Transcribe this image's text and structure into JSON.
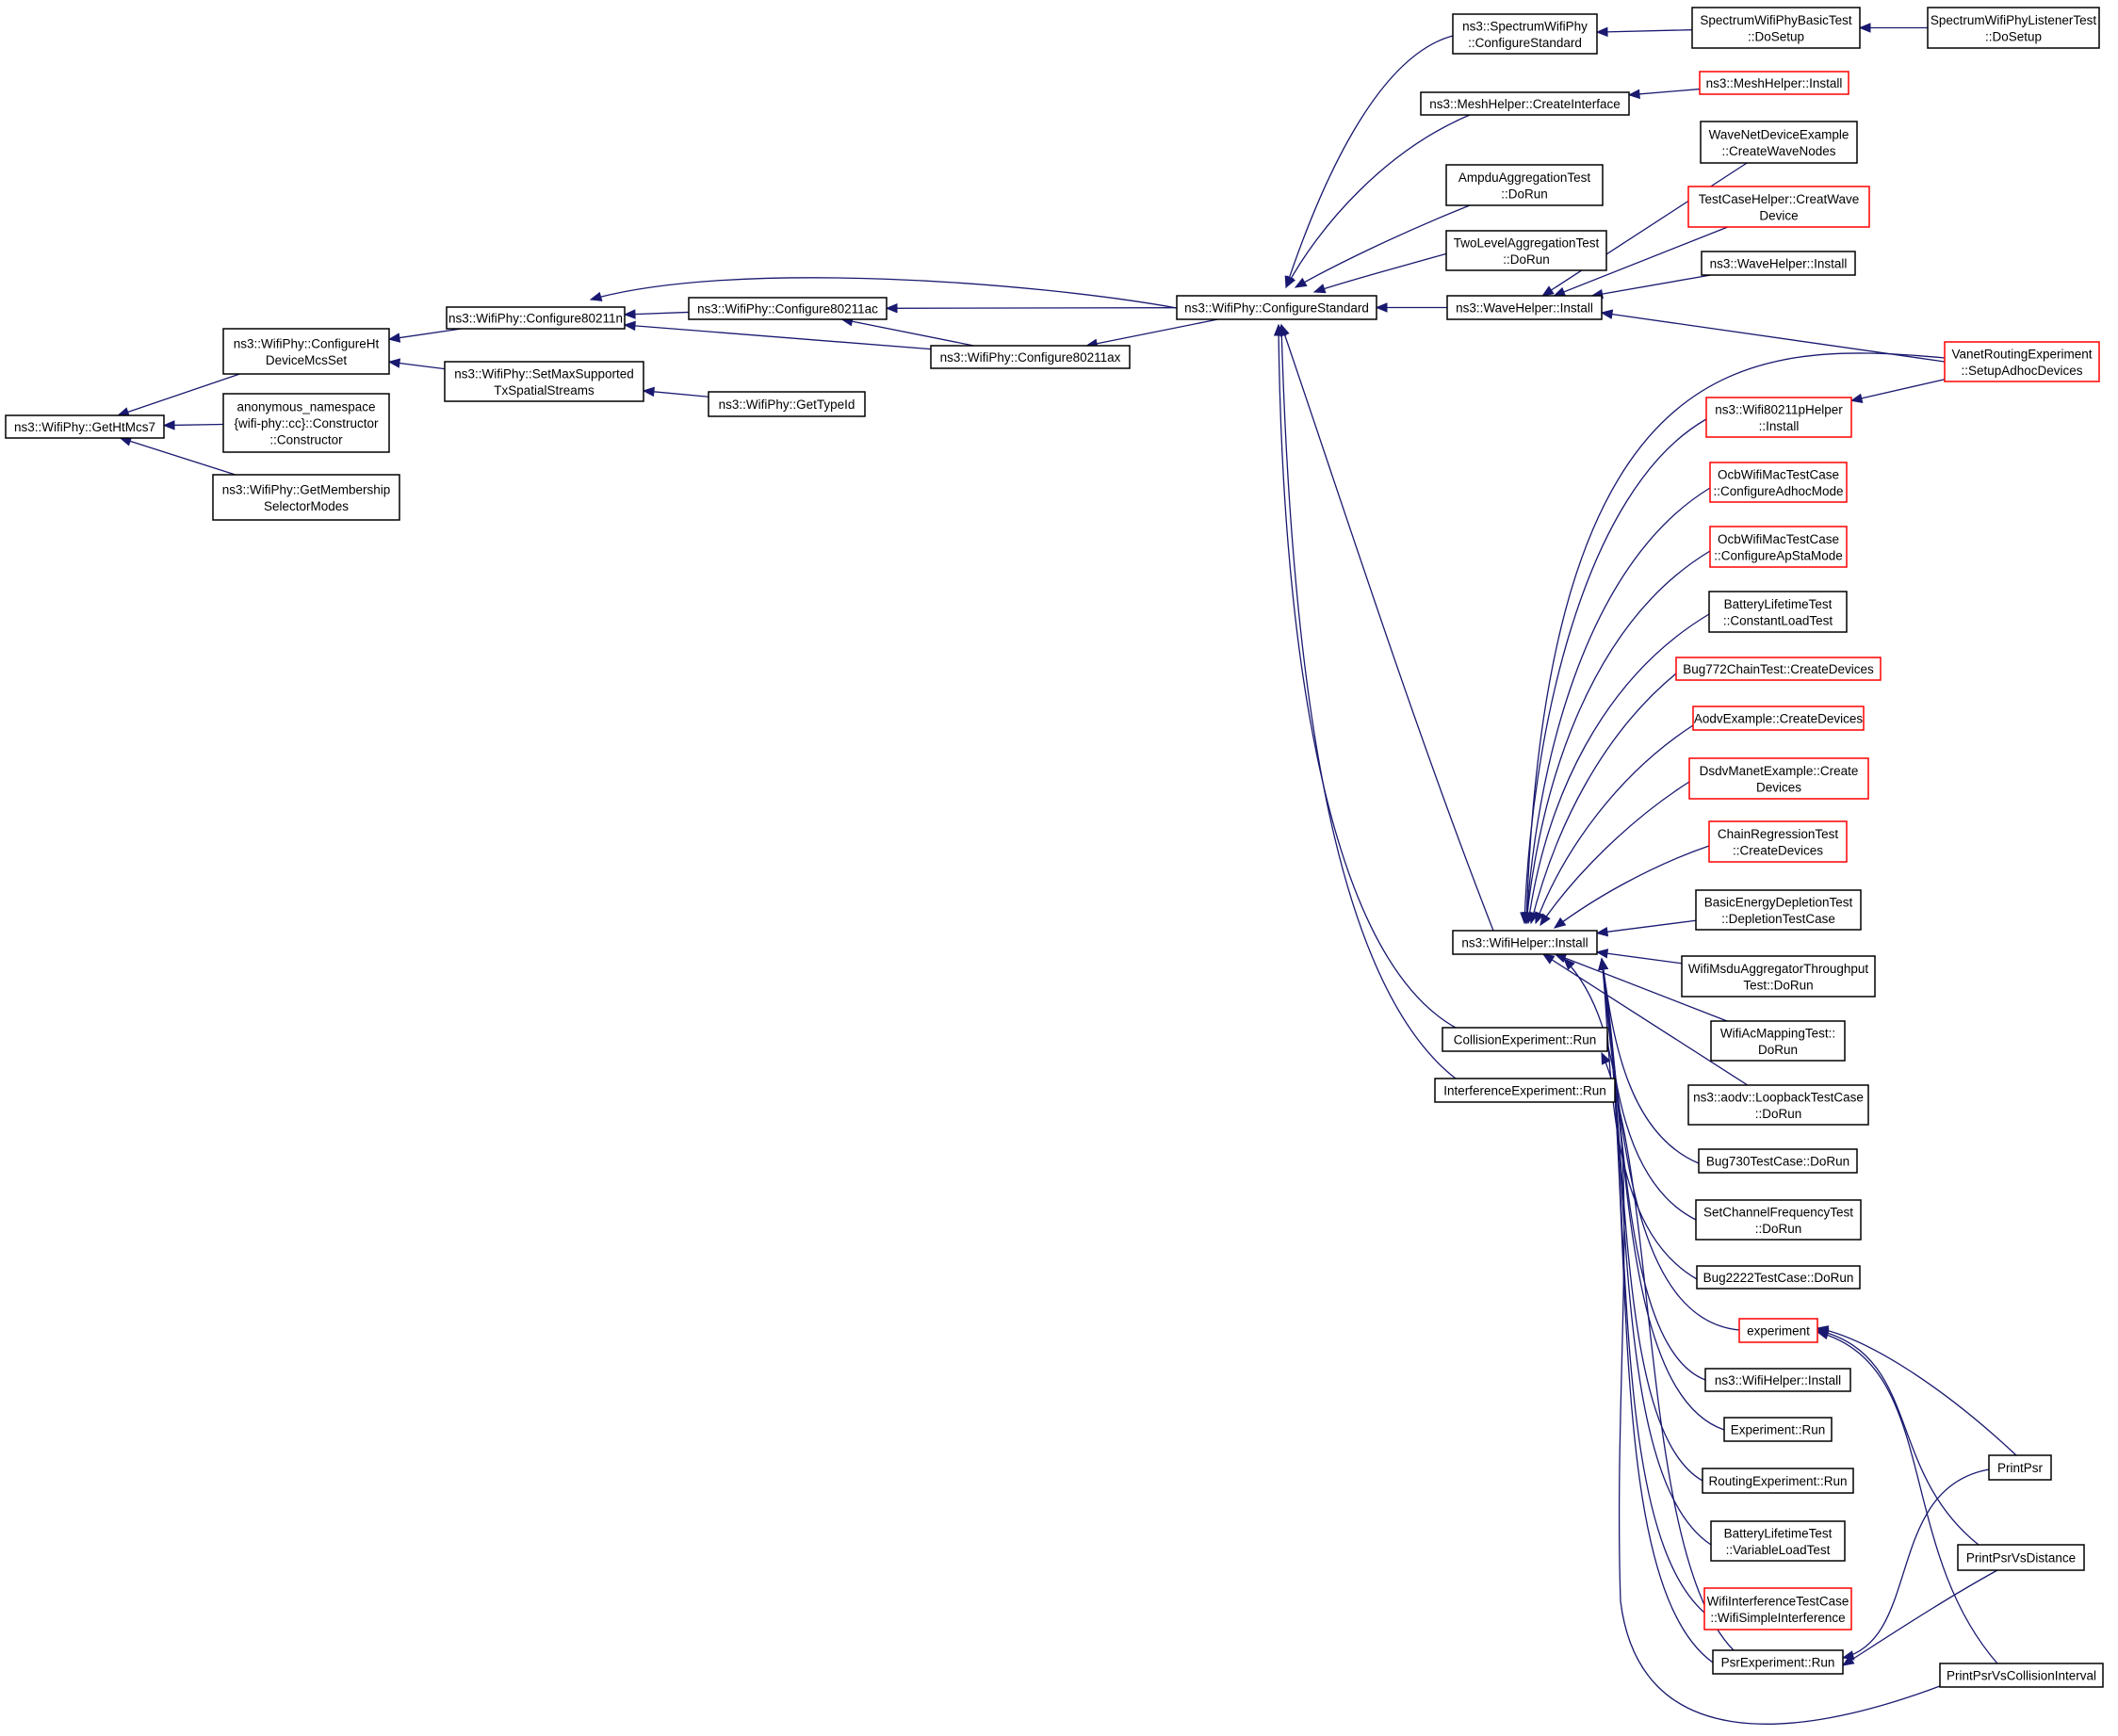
{
  "colors": {
    "edge": "#191970",
    "node_border": "#000000",
    "node_border_truncated": "#ff0000",
    "node_fill": "#ffffff",
    "root_fill": "#bfbfbf"
  },
  "nodes": {
    "root": {
      "lines": [
        "ns3::WifiPhy::GetHtMcs7"
      ],
      "style": "root"
    },
    "configHt": {
      "lines": [
        "ns3::WifiPhy::ConfigureHt",
        "DeviceMcsSet"
      ],
      "style": "normal"
    },
    "anonCtor": {
      "lines": [
        "anonymous_namespace",
        "{wifi-phy::cc}::Constructor",
        "::Constructor"
      ],
      "style": "normal"
    },
    "membership": {
      "lines": [
        "ns3::WifiPhy::GetMembership",
        "SelectorModes"
      ],
      "style": "normal"
    },
    "cfg11n": {
      "lines": [
        "ns3::WifiPhy::Configure80211n"
      ],
      "style": "normal"
    },
    "maxTx": {
      "lines": [
        "ns3::WifiPhy::SetMaxSupported",
        "TxSpatialStreams"
      ],
      "style": "normal"
    },
    "cfg11ac": {
      "lines": [
        "ns3::WifiPhy::Configure80211ac"
      ],
      "style": "normal"
    },
    "cfg11ax": {
      "lines": [
        "ns3::WifiPhy::Configure80211ax"
      ],
      "style": "normal"
    },
    "getTypeId": {
      "lines": [
        "ns3::WifiPhy::GetTypeId"
      ],
      "style": "normal"
    },
    "cfgStd": {
      "lines": [
        "ns3::WifiPhy::ConfigureStandard"
      ],
      "style": "normal"
    },
    "specCfg": {
      "lines": [
        "ns3::SpectrumWifiPhy",
        "::ConfigureStandard"
      ],
      "style": "normal"
    },
    "meshCreate": {
      "lines": [
        "ns3::MeshHelper::CreateInterface"
      ],
      "style": "normal"
    },
    "ampdu": {
      "lines": [
        "AmpduAggregationTest",
        "::DoRun"
      ],
      "style": "normal"
    },
    "twoLevel": {
      "lines": [
        "TwoLevelAggregationTest",
        "::DoRun"
      ],
      "style": "normal"
    },
    "waveInstall": {
      "lines": [
        "ns3::WaveHelper::Install"
      ],
      "style": "normal"
    },
    "wifiHelperInstall": {
      "lines": [
        "ns3::WifiHelper::Install"
      ],
      "style": "normal"
    },
    "collision": {
      "lines": [
        "CollisionExperiment::Run"
      ],
      "style": "normal"
    },
    "interference": {
      "lines": [
        "InterferenceExperiment::Run"
      ],
      "style": "normal"
    },
    "specBasic": {
      "lines": [
        "SpectrumWifiPhyBasicTest",
        "::DoSetup"
      ],
      "style": "normal"
    },
    "specListener": {
      "lines": [
        "SpectrumWifiPhyListenerTest",
        "::DoSetup"
      ],
      "style": "normal"
    },
    "meshInstall": {
      "lines": [
        "ns3::MeshHelper::Install"
      ],
      "style": "truncated"
    },
    "waveNet": {
      "lines": [
        "WaveNetDeviceExample",
        "::CreateWaveNodes"
      ],
      "style": "normal"
    },
    "testCaseHelper": {
      "lines": [
        "TestCaseHelper::CreatWave",
        "Device"
      ],
      "style": "truncated"
    },
    "waveHelperInstall2": {
      "lines": [
        "ns3::WaveHelper::Install"
      ],
      "style": "normal"
    },
    "vanet": {
      "lines": [
        "VanetRoutingExperiment",
        "::SetupAdhocDevices"
      ],
      "style": "truncated"
    },
    "wifi80211p": {
      "lines": [
        "ns3::Wifi80211pHelper",
        "::Install"
      ],
      "style": "truncated"
    },
    "ocbAdhoc": {
      "lines": [
        "OcbWifiMacTestCase",
        "::ConfigureAdhocMode"
      ],
      "style": "truncated"
    },
    "ocbApSta": {
      "lines": [
        "OcbWifiMacTestCase",
        "::ConfigureApStaMode"
      ],
      "style": "truncated"
    },
    "batteryConst": {
      "lines": [
        "BatteryLifetimeTest",
        "::ConstantLoadTest"
      ],
      "style": "normal"
    },
    "bug772": {
      "lines": [
        "Bug772ChainTest::CreateDevices"
      ],
      "style": "truncated"
    },
    "aodvEx": {
      "lines": [
        "AodvExample::CreateDevices"
      ],
      "style": "truncated"
    },
    "dsdv": {
      "lines": [
        "DsdvManetExample::Create",
        "Devices"
      ],
      "style": "truncated"
    },
    "chainReg": {
      "lines": [
        "ChainRegressionTest",
        "::CreateDevices"
      ],
      "style": "truncated"
    },
    "basicEnergy": {
      "lines": [
        "BasicEnergyDepletionTest",
        "::DepletionTestCase"
      ],
      "style": "normal"
    },
    "msduAgg": {
      "lines": [
        "WifiMsduAggregatorThroughput",
        "Test::DoRun"
      ],
      "style": "normal"
    },
    "acMapping": {
      "lines": [
        "WifiAcMappingTest::",
        "DoRun"
      ],
      "style": "normal"
    },
    "aodvLoop": {
      "lines": [
        "ns3::aodv::LoopbackTestCase",
        "::DoRun"
      ],
      "style": "normal"
    },
    "bug730": {
      "lines": [
        "Bug730TestCase::DoRun"
      ],
      "style": "normal"
    },
    "setChannel": {
      "lines": [
        "SetChannelFrequencyTest",
        "::DoRun"
      ],
      "style": "normal"
    },
    "bug2222": {
      "lines": [
        "Bug2222TestCase::DoRun"
      ],
      "style": "normal"
    },
    "experiment": {
      "lines": [
        "experiment"
      ],
      "style": "truncated"
    },
    "wifiHelperInstall2": {
      "lines": [
        "ns3::WifiHelper::Install"
      ],
      "style": "normal"
    },
    "expRun": {
      "lines": [
        "Experiment::Run"
      ],
      "style": "normal"
    },
    "routingExp": {
      "lines": [
        "RoutingExperiment::Run"
      ],
      "style": "normal"
    },
    "batteryVar": {
      "lines": [
        "BatteryLifetimeTest",
        "::VariableLoadTest"
      ],
      "style": "normal"
    },
    "wifiInterf": {
      "lines": [
        "WifiInterferenceTestCase",
        "::WifiSimpleInterference"
      ],
      "style": "truncated"
    },
    "psrExp": {
      "lines": [
        "PsrExperiment::Run"
      ],
      "style": "normal"
    },
    "printPsr": {
      "lines": [
        "PrintPsr"
      ],
      "style": "normal"
    },
    "printPsrDist": {
      "lines": [
        "PrintPsrVsDistance"
      ],
      "style": "normal"
    },
    "printPsrColl": {
      "lines": [
        "PrintPsrVsCollisionInterval"
      ],
      "style": "normal"
    }
  },
  "edges": [
    [
      "configHt",
      "root"
    ],
    [
      "anonCtor",
      "root"
    ],
    [
      "membership",
      "root"
    ],
    [
      "cfg11n",
      "configHt"
    ],
    [
      "maxTx",
      "configHt"
    ],
    [
      "cfg11ac",
      "cfg11n"
    ],
    [
      "cfg11ax",
      "cfg11n"
    ],
    [
      "cfgStd",
      "cfg11n"
    ],
    [
      "getTypeId",
      "maxTx"
    ],
    [
      "cfg11ax",
      "cfg11ac"
    ],
    [
      "cfgStd",
      "cfg11ac"
    ],
    [
      "cfgStd",
      "cfg11ax"
    ],
    [
      "specCfg",
      "cfgStd"
    ],
    [
      "meshCreate",
      "cfgStd"
    ],
    [
      "ampdu",
      "cfgStd"
    ],
    [
      "twoLevel",
      "cfgStd"
    ],
    [
      "waveInstall",
      "cfgStd"
    ],
    [
      "wifiHelperInstall",
      "cfgStd"
    ],
    [
      "collision",
      "cfgStd"
    ],
    [
      "interference",
      "cfgStd"
    ],
    [
      "specBasic",
      "specCfg"
    ],
    [
      "specListener",
      "specBasic"
    ],
    [
      "meshInstall",
      "meshCreate"
    ],
    [
      "waveNet",
      "waveInstall"
    ],
    [
      "testCaseHelper",
      "waveInstall"
    ],
    [
      "waveHelperInstall2",
      "waveInstall"
    ],
    [
      "vanet",
      "waveInstall"
    ],
    [
      "vanet",
      "wifiHelperInstall"
    ],
    [
      "wifi80211p",
      "wifiHelperInstall"
    ],
    [
      "ocbAdhoc",
      "wifiHelperInstall"
    ],
    [
      "ocbApSta",
      "wifiHelperInstall"
    ],
    [
      "batteryConst",
      "wifiHelperInstall"
    ],
    [
      "bug772",
      "wifiHelperInstall"
    ],
    [
      "aodvEx",
      "wifiHelperInstall"
    ],
    [
      "dsdv",
      "wifiHelperInstall"
    ],
    [
      "chainReg",
      "wifiHelperInstall"
    ],
    [
      "basicEnergy",
      "wifiHelperInstall"
    ],
    [
      "msduAgg",
      "wifiHelperInstall"
    ],
    [
      "acMapping",
      "wifiHelperInstall"
    ],
    [
      "aodvLoop",
      "wifiHelperInstall"
    ],
    [
      "bug730",
      "wifiHelperInstall"
    ],
    [
      "setChannel",
      "wifiHelperInstall"
    ],
    [
      "bug2222",
      "wifiHelperInstall"
    ],
    [
      "experiment",
      "wifiHelperInstall"
    ],
    [
      "wifiHelperInstall2",
      "wifiHelperInstall"
    ],
    [
      "expRun",
      "wifiHelperInstall"
    ],
    [
      "routingExp",
      "wifiHelperInstall"
    ],
    [
      "batteryVar",
      "wifiHelperInstall"
    ],
    [
      "wifiInterf",
      "wifiHelperInstall"
    ],
    [
      "psrExp",
      "wifiHelperInstall"
    ],
    [
      "printPsrColl",
      "wifiHelperInstall"
    ],
    [
      "vanet",
      "wifi80211p"
    ],
    [
      "psrExp",
      "collision"
    ],
    [
      "printPsr",
      "experiment"
    ],
    [
      "printPsrDist",
      "experiment"
    ],
    [
      "printPsrColl",
      "experiment"
    ],
    [
      "printPsr",
      "psrExp"
    ],
    [
      "printPsrDist",
      "psrExp"
    ]
  ]
}
